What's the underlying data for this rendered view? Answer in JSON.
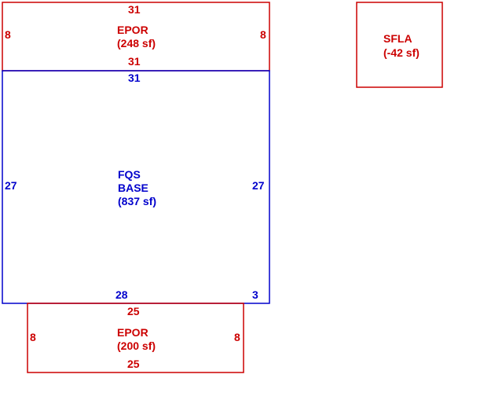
{
  "colors": {
    "porch": "#cc0000",
    "base": "#0000cc",
    "background": "#ffffff"
  },
  "sketch": {
    "epor_top": {
      "name": "EPOR",
      "area": "(248 sf)",
      "top_dim": "31",
      "bottom_dim": "31",
      "left_dim": "8",
      "right_dim": "8"
    },
    "base": {
      "code": "FQS",
      "name": "BASE",
      "area": "(837 sf)",
      "top_dim": "31",
      "left_dim": "27",
      "right_dim": "27",
      "bottom_left_dim": "28",
      "bottom_right_dim": "3"
    },
    "epor_bottom": {
      "name": "EPOR",
      "area": "(200 sf)",
      "top_dim": "25",
      "bottom_dim": "25",
      "left_dim": "8",
      "right_dim": "8"
    },
    "sfla": {
      "name": "SFLA",
      "area": "(-42 sf)"
    }
  }
}
